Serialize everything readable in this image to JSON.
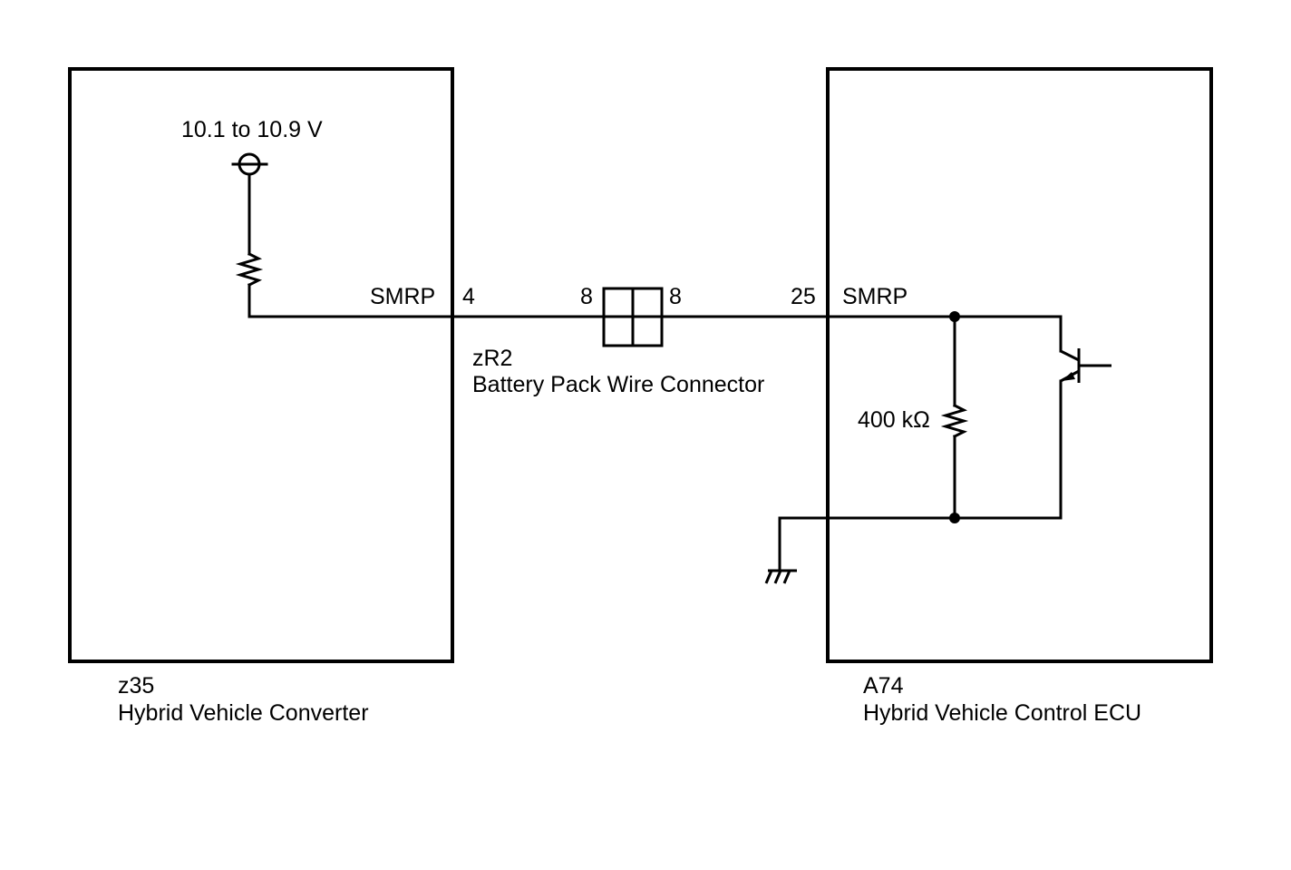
{
  "left_component": {
    "code": "z35",
    "name": "Hybrid Vehicle Converter",
    "voltage": "10.1 to 10.9 V",
    "pin_name": "SMRP",
    "pin_number": "4"
  },
  "connector": {
    "code": "zR2",
    "name": "Battery Pack Wire Connector",
    "pin_left": "8",
    "pin_right": "8"
  },
  "right_component": {
    "code": "A74",
    "name": "Hybrid Vehicle Control ECU",
    "pin_number": "25",
    "pin_name": "SMRP",
    "resistor_value": "400 kΩ"
  },
  "symbols": {
    "terminal": "terminal-circle-icon",
    "resistor": "resistor-icon",
    "transistor": "npn-transistor-icon",
    "ground": "ground-icon",
    "connector": "connector-icon"
  }
}
